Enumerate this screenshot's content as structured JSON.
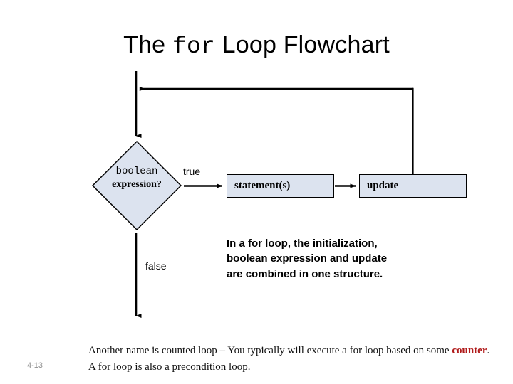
{
  "slide": {
    "title_prefix": "The ",
    "title_mono": "for",
    "title_suffix": " Loop Flowchart",
    "number": "4-13"
  },
  "flowchart": {
    "decision": {
      "line1": "boolean",
      "line2": "expression?",
      "fill": "#dce3ef",
      "stroke": "#000000"
    },
    "statement_box": {
      "label": "statement(s)",
      "fill": "#dce3ef",
      "stroke": "#000000"
    },
    "update_box": {
      "label": "update",
      "fill": "#dce3ef",
      "stroke": "#000000"
    },
    "edge_labels": {
      "true": "true",
      "false": "false"
    }
  },
  "note": {
    "line1": "In a for loop, the initialization,",
    "line2": "boolean expression and update",
    "line3": "are combined in one structure."
  },
  "footer": {
    "part1": "Another name is counted loop – You typically will execute a for loop based on some ",
    "keyword": "counter",
    "part2": ". A for loop is also a precondition loop.",
    "keyword_color": "#b01a1a"
  }
}
